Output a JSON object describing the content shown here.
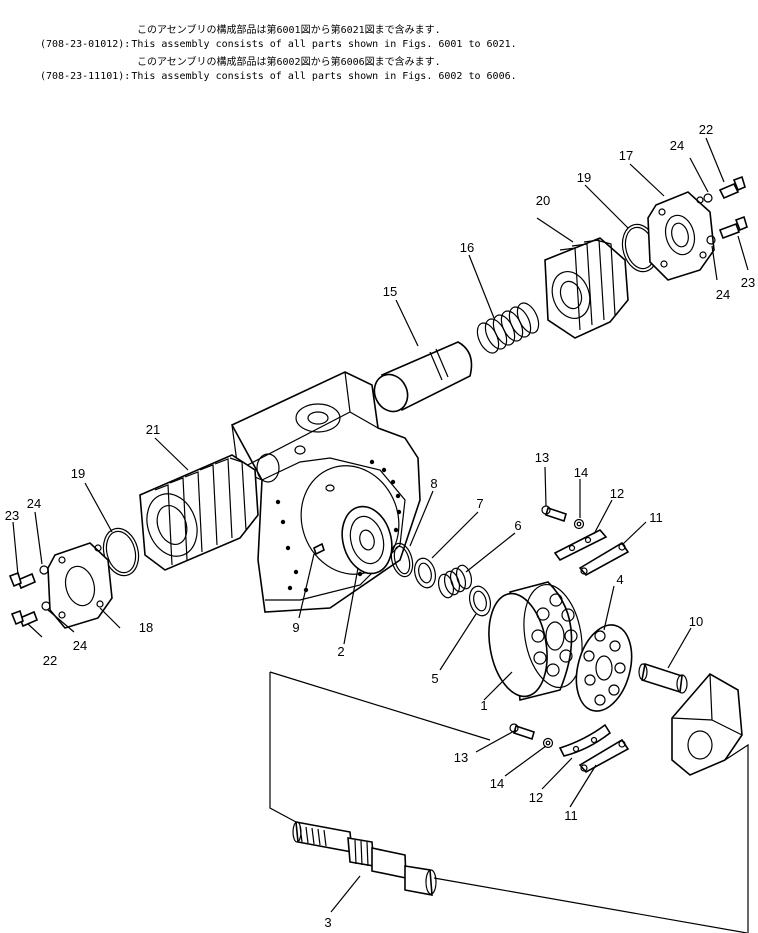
{
  "header": {
    "lines": [
      {
        "code": "",
        "text": "このアセンブリの構成部品は第6001図から第6021図まで含みます."
      },
      {
        "code": "(708-23-01012):",
        "text": "This assembly consists of all parts shown in Figs. 6001 to 6021."
      },
      {
        "code": "",
        "text": "このアセンブリの構成部品は第6002図から第6006図まで含みます."
      },
      {
        "code": "(708-23-11101):",
        "text": "This assembly consists of all parts shown in Figs. 6002 to 6006."
      }
    ]
  },
  "callouts": [
    "1",
    "2",
    "3",
    "4",
    "5",
    "6",
    "7",
    "8",
    "9",
    "10",
    "11",
    "11",
    "12",
    "12",
    "13",
    "13",
    "14",
    "14",
    "15",
    "16",
    "17",
    "18",
    "19",
    "19",
    "20",
    "21",
    "22",
    "22",
    "23",
    "23",
    "24",
    "24",
    "24",
    "24"
  ]
}
